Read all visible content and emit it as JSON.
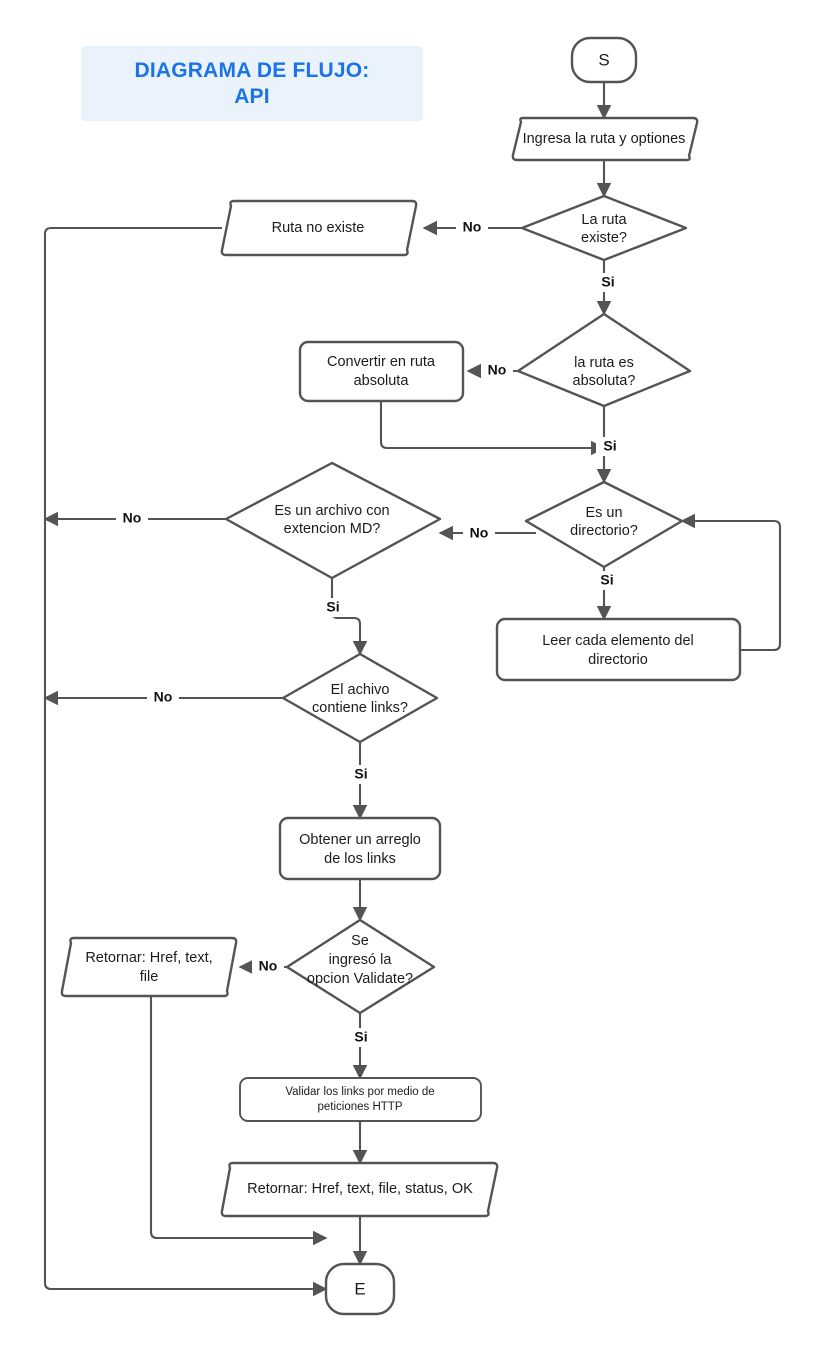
{
  "title": {
    "line1": "DIAGRAMA DE FLUJO:",
    "line2": "API",
    "accent_color": "#1a73e8",
    "background_color": "#eaf2fc"
  },
  "theme": {
    "stroke_color": "#545454",
    "node_fill": "#ffffff",
    "text_color": "#1c1c1c",
    "page_background": "#ffffff"
  },
  "chart_data": {
    "type": "diagram",
    "diagram_kind": "flowchart",
    "title": "DIAGRAMA DE FLUJO: API",
    "nodes": [
      {
        "id": "start",
        "shape": "terminator",
        "label": "S"
      },
      {
        "id": "input",
        "shape": "parallelogram",
        "label": "Ingresa la ruta  y optiones"
      },
      {
        "id": "d_exists",
        "shape": "decision",
        "label_lines": [
          "La ruta",
          "existe?"
        ]
      },
      {
        "id": "no_exists",
        "shape": "parallelogram",
        "label": "Ruta no existe"
      },
      {
        "id": "d_absolute",
        "shape": "decision",
        "label_lines": [
          "la ruta es",
          "absoluta?"
        ]
      },
      {
        "id": "convert",
        "shape": "process",
        "label_lines": [
          "Convertir en ruta",
          "absoluta"
        ]
      },
      {
        "id": "d_directory",
        "shape": "decision",
        "label_lines": [
          "Es un",
          "directorio?"
        ]
      },
      {
        "id": "read_dir",
        "shape": "process",
        "label_lines": [
          "Leer cada elemento del",
          "directorio"
        ]
      },
      {
        "id": "d_md",
        "shape": "decision",
        "label_lines": [
          "Es un archivo  con",
          "extencion MD?"
        ]
      },
      {
        "id": "d_links",
        "shape": "decision",
        "label_lines": [
          "El achivo",
          "contiene links?"
        ]
      },
      {
        "id": "get_links",
        "shape": "process",
        "label_lines": [
          "Obtener un arreglo",
          "de los links"
        ]
      },
      {
        "id": "d_validate",
        "shape": "decision",
        "label_lines": [
          "Se",
          "ingresó  la",
          "opcion Validate?"
        ]
      },
      {
        "id": "ret_simple",
        "shape": "parallelogram",
        "label_lines": [
          "Retornar: Href, text,",
          "file"
        ]
      },
      {
        "id": "validate_http",
        "shape": "process",
        "label_lines": [
          "Validar los links por medio de",
          "peticiones HTTP"
        ]
      },
      {
        "id": "ret_full",
        "shape": "parallelogram",
        "label": "Retornar: Href, text, file, status, OK"
      },
      {
        "id": "end",
        "shape": "terminator",
        "label": "E"
      }
    ],
    "edges": [
      {
        "from": "start",
        "to": "input",
        "label": ""
      },
      {
        "from": "input",
        "to": "d_exists",
        "label": ""
      },
      {
        "from": "d_exists",
        "to": "no_exists",
        "label": "No"
      },
      {
        "from": "d_exists",
        "to": "d_absolute",
        "label": "Si"
      },
      {
        "from": "no_exists",
        "to": "end",
        "label": ""
      },
      {
        "from": "d_absolute",
        "to": "convert",
        "label": "No"
      },
      {
        "from": "d_absolute",
        "to": "d_directory",
        "label": "Si"
      },
      {
        "from": "convert",
        "to": "d_directory",
        "label": ""
      },
      {
        "from": "d_directory",
        "to": "d_md",
        "label": "No"
      },
      {
        "from": "d_directory",
        "to": "read_dir",
        "label": "Si"
      },
      {
        "from": "read_dir",
        "to": "d_directory",
        "label": ""
      },
      {
        "from": "d_md",
        "to": "end",
        "label": "No"
      },
      {
        "from": "d_md",
        "to": "d_links",
        "label": "Si"
      },
      {
        "from": "d_links",
        "to": "end",
        "label": "No"
      },
      {
        "from": "d_links",
        "to": "get_links",
        "label": "Si"
      },
      {
        "from": "get_links",
        "to": "d_validate",
        "label": ""
      },
      {
        "from": "d_validate",
        "to": "ret_simple",
        "label": "No"
      },
      {
        "from": "d_validate",
        "to": "validate_http",
        "label": "Si"
      },
      {
        "from": "ret_simple",
        "to": "end",
        "label": ""
      },
      {
        "from": "validate_http",
        "to": "ret_full",
        "label": ""
      },
      {
        "from": "ret_full",
        "to": "end",
        "label": ""
      }
    ],
    "edge_labels": [
      "No",
      "Si"
    ]
  },
  "labels": {
    "start": "S",
    "end": "E",
    "input": "Ingresa la ruta  y optiones",
    "d_exists_1": "La ruta",
    "d_exists_2": "existe?",
    "no_exists": "Ruta no existe",
    "d_absolute_1": "la ruta es",
    "d_absolute_2": "absoluta?",
    "convert_1": "Convertir en ruta",
    "convert_2": "absoluta",
    "d_directory_1": "Es un",
    "d_directory_2": "directorio?",
    "read_dir_1": "Leer cada elemento del",
    "read_dir_2": "directorio",
    "d_md_1": "Es un archivo  con",
    "d_md_2": "extencion MD?",
    "d_links_1": "El achivo",
    "d_links_2": "contiene links?",
    "get_links_1": "Obtener un arreglo",
    "get_links_2": "de los links",
    "d_validate_1": "Se",
    "d_validate_2": "ingresó  la",
    "d_validate_3": "opcion Validate?",
    "ret_simple_1": "Retornar: Href, text,",
    "ret_simple_2": "file",
    "validate_http_1": "Validar los links por medio de",
    "validate_http_2": "peticiones HTTP",
    "ret_full": "Retornar: Href, text, file, status, OK",
    "no_1": "No",
    "no_2": "No",
    "no_3": "No",
    "no_4": "No",
    "no_5": "No",
    "si_1": "Si",
    "si_2": "Si",
    "si_3": "Si",
    "si_4": "Si",
    "si_5": "Si"
  }
}
